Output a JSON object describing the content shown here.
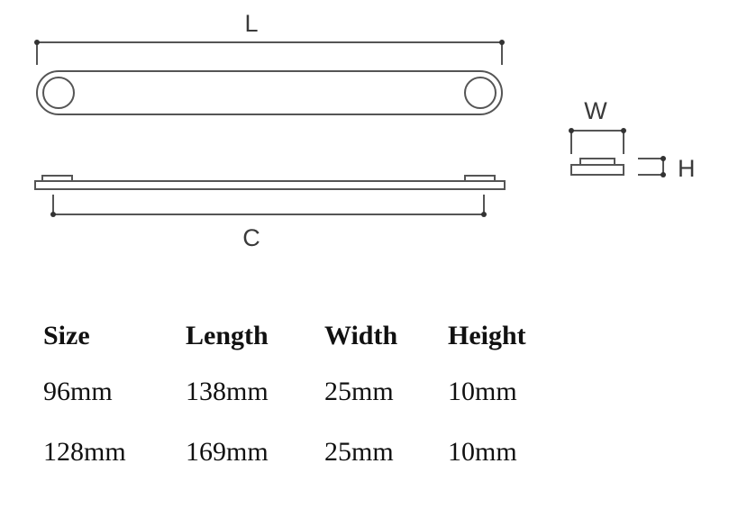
{
  "diagram": {
    "labels": {
      "length": "L",
      "center": "C",
      "width": "W",
      "height": "H"
    },
    "stroke_color": "#555555"
  },
  "table": {
    "headers": [
      "Size",
      "Length",
      "Width",
      "Height"
    ],
    "rows": [
      [
        "96mm",
        "138mm",
        "25mm",
        "10mm"
      ],
      [
        "128mm",
        "169mm",
        "25mm",
        "10mm"
      ]
    ]
  }
}
